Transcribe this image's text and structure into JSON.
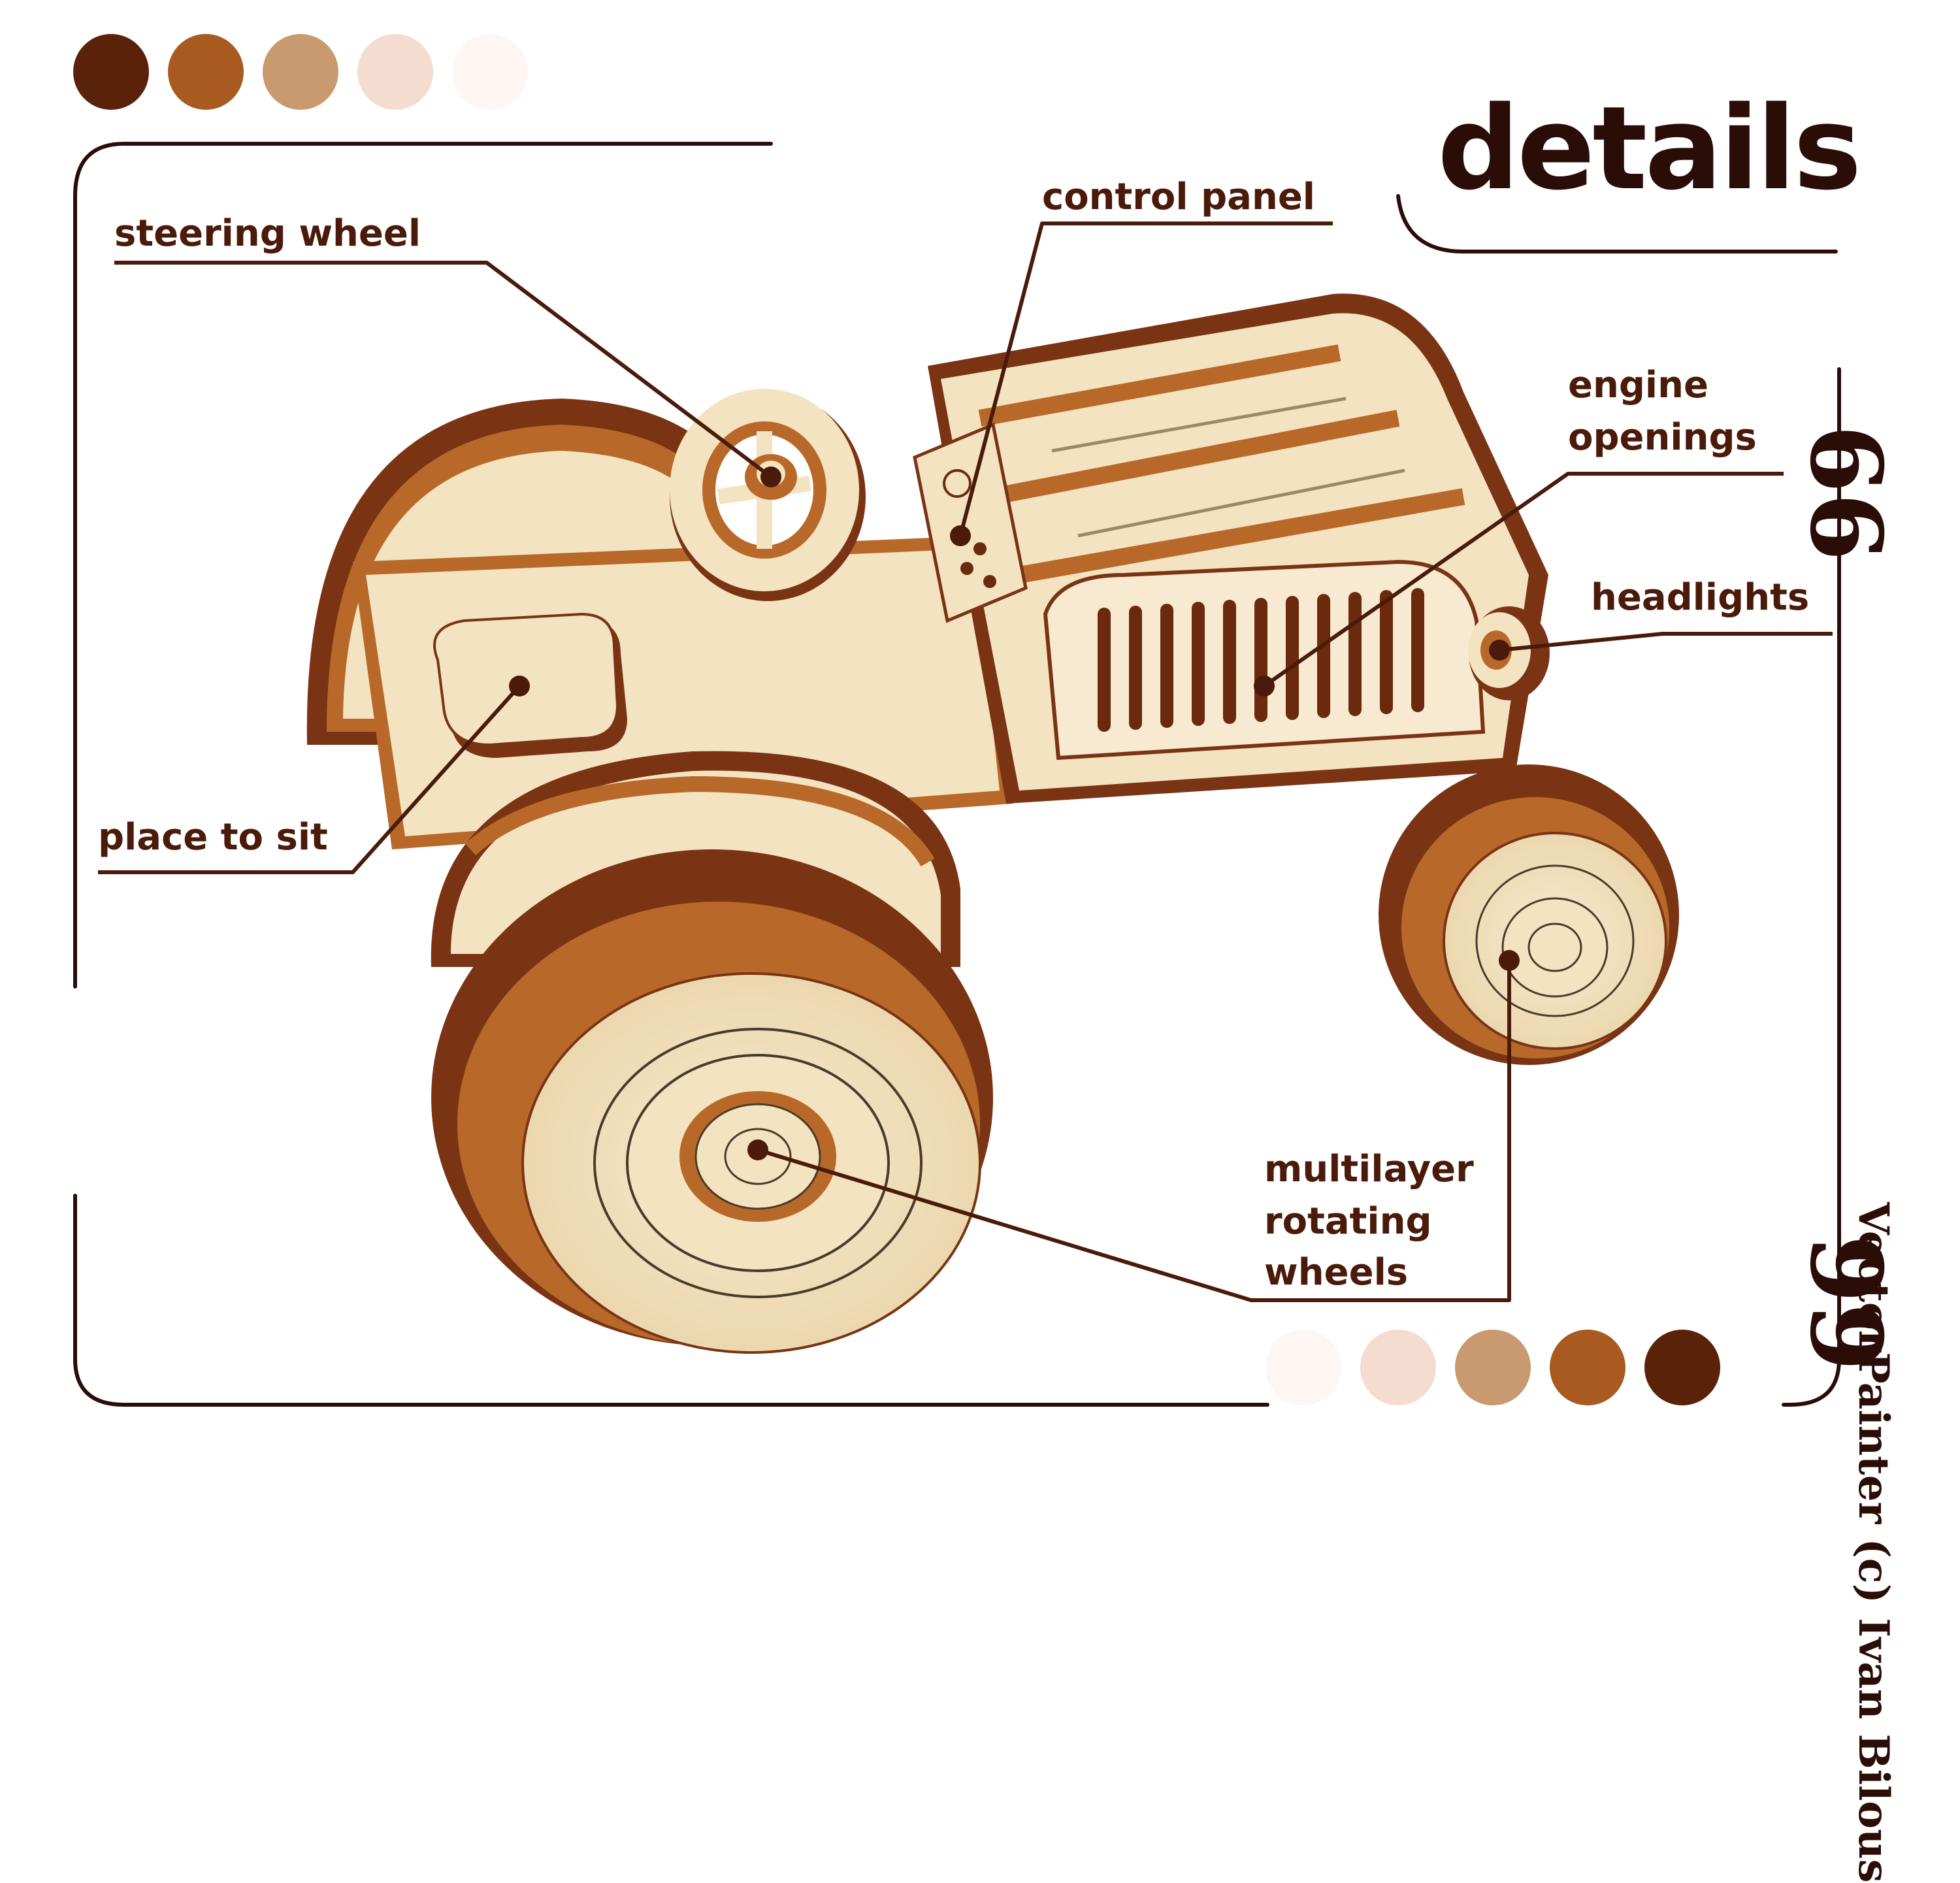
{
  "title": "details",
  "copyright": "VectorPainter (c) Ivan Bilous",
  "quote_open": "66",
  "quote_close": "99",
  "labels": {
    "steering_wheel": "steering wheel",
    "control_panel": "control panel",
    "engine_openings_1": "engine",
    "engine_openings_2": "openings",
    "headlights": "headlights",
    "place_to_sit": "place to sit",
    "wheels_1": "multilayer",
    "wheels_2": "rotating",
    "wheels_3": "wheels"
  },
  "palette_top": [
    "#5a2208",
    "#a85a20",
    "#c99a70",
    "#f4ddd0",
    "#fdf6f2"
  ],
  "palette_bottom": [
    "#fdf6f2",
    "#f4ddd0",
    "#c99a70",
    "#a85a20",
    "#5a2208"
  ],
  "colors": {
    "text": "#4a1a0a",
    "title": "#2a0d07",
    "line": "#4a1a0a",
    "wood_light": "#f3e3c0",
    "wood_mid": "#b8692a",
    "wood_dark": "#6b2a0e"
  }
}
